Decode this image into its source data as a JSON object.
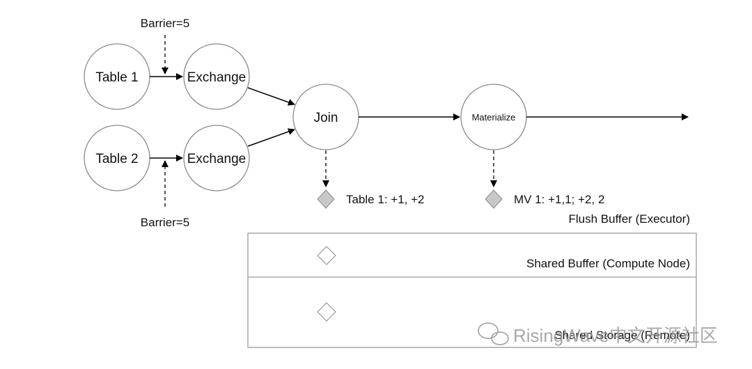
{
  "nodes": {
    "table1": "Table 1",
    "table2": "Table 2",
    "exchange1": "Exchange",
    "exchange2": "Exchange",
    "join": "Join",
    "materialize": "Materialize"
  },
  "barriers": {
    "top": "Barrier=5",
    "bottom": "Barrier=5"
  },
  "state": {
    "join_state": "Table 1: +1, +2",
    "mv_state": "MV 1: +1,1; +2, 2"
  },
  "layers": {
    "flush_buffer": "Flush Buffer (Executor)",
    "shared_buffer": "Shared Buffer (Compute Node)",
    "shared_storage": "Shared Storage (Remote)"
  },
  "watermark": {
    "text": "RisingWave中文开源社区"
  },
  "colors": {
    "node_stroke": "#8a8a8a",
    "diamond_fill": "#c8c8c8",
    "box_stroke": "#9a9a9a"
  }
}
